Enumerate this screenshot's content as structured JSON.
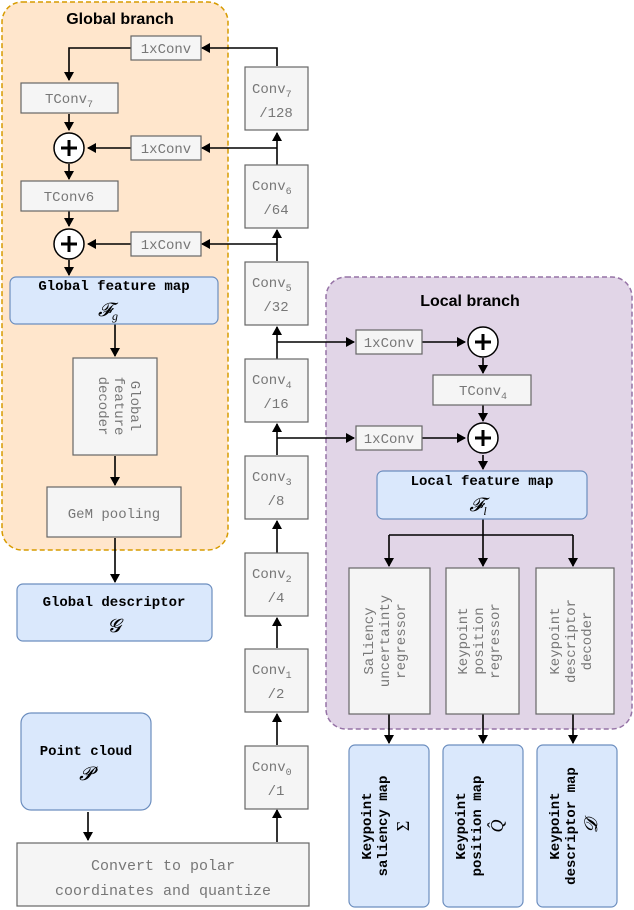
{
  "global_branch": {
    "title": "Global branch",
    "conv1x_top": "1xConv",
    "tconv7": "TConv",
    "tconv7_sub": "7",
    "conv1x_mid": "1xConv",
    "tconv6": "TConv6",
    "conv1x_low": "1xConv",
    "feature_map": "Global feature map",
    "feature_map_symbol": "𝓕",
    "feature_map_symbol_sub": "g",
    "decoder_line1": "Global",
    "decoder_line2": "feature",
    "decoder_line3": "decoder",
    "gem_pooling": "GeM pooling",
    "descriptor": "Global descriptor",
    "descriptor_symbol": "𝓖"
  },
  "backbone": {
    "convs": [
      {
        "label": "Conv",
        "sub": "7",
        "dim": "/128"
      },
      {
        "label": "Conv",
        "sub": "6",
        "dim": "/64"
      },
      {
        "label": "Conv",
        "sub": "5",
        "dim": "/32"
      },
      {
        "label": "Conv",
        "sub": "4",
        "dim": "/16"
      },
      {
        "label": "Conv",
        "sub": "3",
        "dim": "/8"
      },
      {
        "label": "Conv",
        "sub": "2",
        "dim": "/4"
      },
      {
        "label": "Conv",
        "sub": "1",
        "dim": "/2"
      },
      {
        "label": "Conv",
        "sub": "0",
        "dim": "/1"
      }
    ]
  },
  "local_branch": {
    "title": "Local branch",
    "conv1x_top": "1xConv",
    "tconv4": "TConv",
    "tconv4_sub": "4",
    "conv1x_low": "1xConv",
    "feature_map": "Local feature map",
    "feature_map_symbol": "𝓕",
    "feature_map_symbol_sub": "l",
    "regressors": [
      {
        "lines": [
          "Saliency",
          "uncertainty",
          "regressor"
        ]
      },
      {
        "lines": [
          "Keypoint",
          "position",
          "regressor"
        ]
      },
      {
        "lines": [
          "Keypoint",
          "descriptor",
          "decoder"
        ]
      }
    ],
    "outputs": [
      {
        "line1": "Keypoint",
        "line2": "saliency map",
        "symbol": "Σ"
      },
      {
        "line1": "Keypoint",
        "line2": "position map",
        "symbol": "Q̂"
      },
      {
        "line1": "Keypoint",
        "line2": "descriptor map",
        "symbol": "𝓓"
      }
    ]
  },
  "input": {
    "label": "Point cloud",
    "symbol": "𝓟",
    "convert_line1": "Convert to polar",
    "convert_line2": "coordinates and quantize"
  },
  "colors": {
    "global_bg": "#ffe6cc",
    "global_border": "#d79b00",
    "local_bg": "#e1d5e7",
    "local_border": "#9673a6",
    "blue_box": "#dae8fc",
    "blue_border": "#6c8ebf",
    "gray_box": "#f5f5f5",
    "gray_border": "#666666"
  },
  "icons": {
    "sum_node": "circled-plus-icon",
    "arrow": "arrow-head-icon"
  }
}
